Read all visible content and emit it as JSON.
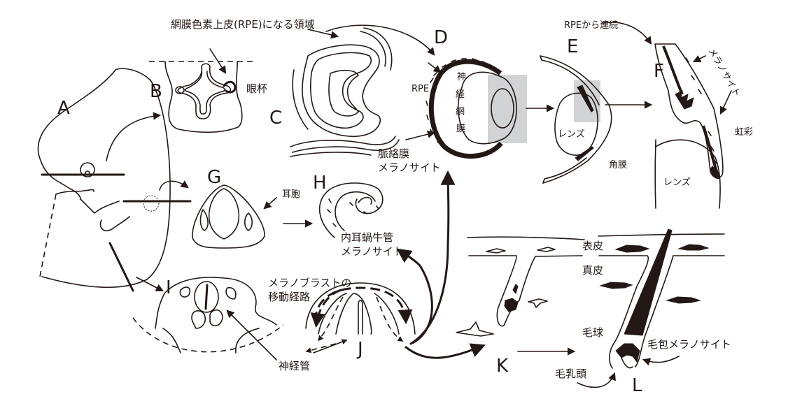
{
  "panels": {
    "A": "A",
    "B": "B",
    "C": "C",
    "D": "D",
    "E": "E",
    "F": "F",
    "G": "G",
    "H": "H",
    "I": "I",
    "J": "J",
    "K": "K",
    "L": "L"
  },
  "labels": {
    "rpe_region": "網膜色素上皮(RPE)になる領域",
    "optic_cup": "眼杯",
    "rpe": "RPE",
    "neural_retina": [
      "神",
      "経",
      "網",
      "膜"
    ],
    "choroid": "脈絡膜",
    "choroid_melanocyte": "メラノサイト",
    "lens_e": "レンズ",
    "cornea": "角膜",
    "rpe_continuous": "RPEから連続",
    "melanocyte_f": "メラノサイト",
    "iris": "虹彩",
    "lens_f": "レンズ",
    "otic_vesicle": "耳胞",
    "cochlear_duct": "内耳蝸牛管",
    "cochlear_melanocyte": "メラノサイト",
    "melanoblast_route_1": "メラノブラストの",
    "melanoblast_route_2": "移動経路",
    "neural_tube": "神経管",
    "epidermis": "表皮",
    "dermis": "真皮",
    "hair_bulb": "毛球",
    "follicle_melanocyte": "毛包メラノサイト",
    "dermal_papilla": "毛乳頭"
  },
  "colors": {
    "ink": "#231815",
    "highlight": "#d2d3d4"
  }
}
